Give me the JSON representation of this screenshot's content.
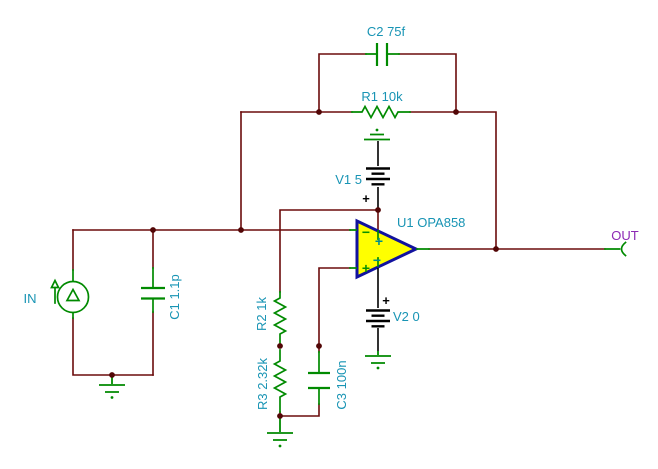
{
  "schematic": {
    "labels": {
      "c2": "C2 75f",
      "r1": "R1 10k",
      "v1": "V1 5",
      "v1_plus": "+",
      "u1": "U1 OPA858",
      "v2": "V2 0",
      "v2_plus": "+",
      "r2": "R2 1k",
      "r3": "R3 2.32k",
      "c3": "C3 100n",
      "c1": "C1 1.1p",
      "in_port": "IN",
      "out_port": "OUT"
    },
    "opamp_pins": {
      "inverting": "−",
      "noninverting": "+",
      "v_plus": "+",
      "v_minus": "−"
    },
    "colors": {
      "background": "#FFFFFF",
      "wire": "#6B0B0B",
      "component": "#008A00",
      "label": "#1894B4",
      "out_label": "#8C28B4",
      "opamp_fill": "#FFFF00",
      "opamp_border": "#12129E",
      "battery": "#000000",
      "junction": "#520606",
      "pin_input": "#089000",
      "pin_supply": "#008C8C"
    }
  }
}
